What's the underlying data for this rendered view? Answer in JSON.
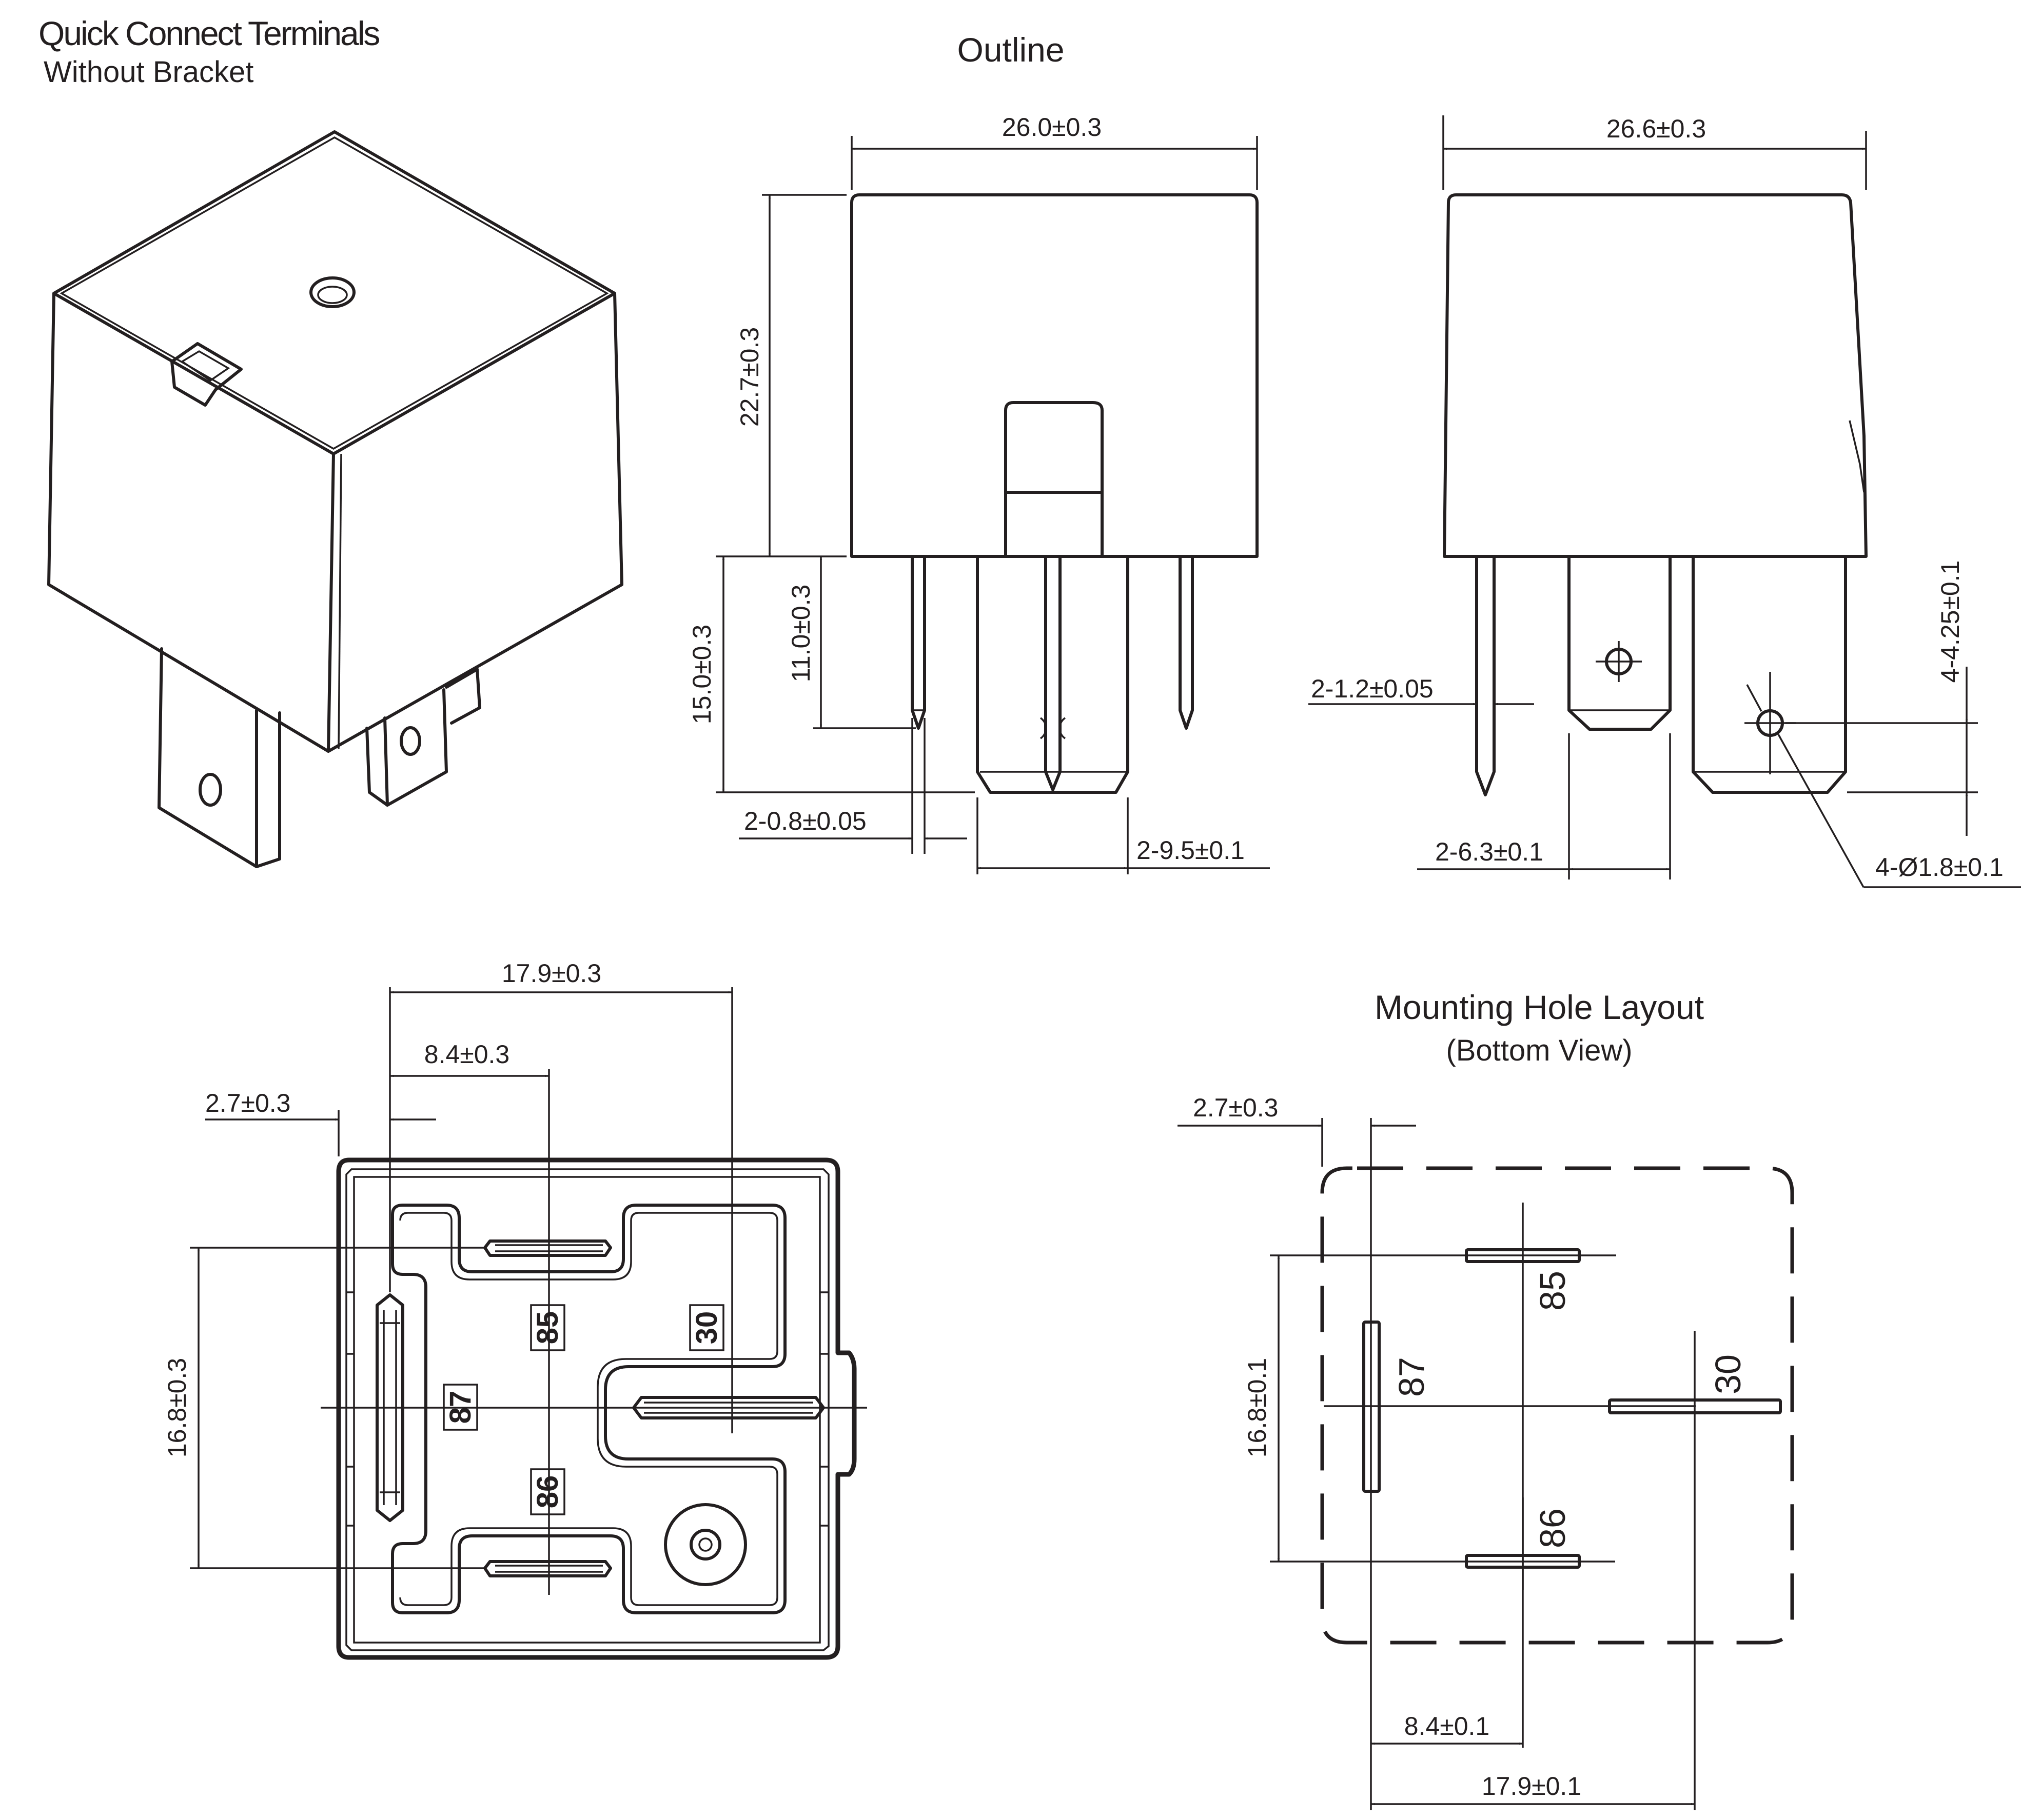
{
  "header": {
    "title": "Quick Connect Terminals",
    "subtitle": "Without Bracket"
  },
  "outline": {
    "title": "Outline",
    "front": {
      "width": "26.0±0.3",
      "height": "22.7±0.3",
      "pin_len_long": "15.0±0.3",
      "pin_len_short": "11.0±0.3",
      "pin_thick": "2-0.8±0.05",
      "blade_width": "2-9.5±0.1"
    },
    "side": {
      "width": "26.6±0.3",
      "pin_width": "2-1.2±0.05",
      "blade_width": "2-6.3±0.1",
      "blade_hole_pos": "4-4.25±0.1",
      "hole_dia": "4-Ø1.8±0.1"
    }
  },
  "bottom_view": {
    "dim_overall": "17.9±0.3",
    "dim_mid": "8.4±0.3",
    "dim_left": "2.7±0.3",
    "dim_vertical": "16.8±0.3",
    "pins": {
      "p85": "85",
      "p30": "30",
      "p87": "87",
      "p86": "86"
    }
  },
  "mounting": {
    "title": "Mounting Hole Layout",
    "subtitle": "(Bottom View)",
    "dim_left": "2.7±0.3",
    "dim_vertical": "16.8±0.1",
    "dim_mid": "8.4±0.1",
    "dim_overall": "17.9±0.1",
    "pins": {
      "p85": "85",
      "p87": "87",
      "p30": "30",
      "p86": "86"
    }
  }
}
